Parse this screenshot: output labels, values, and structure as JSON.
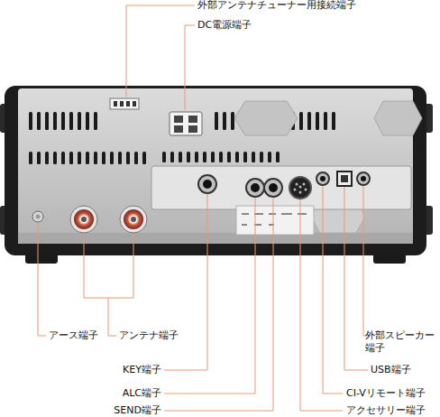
{
  "diagram": {
    "labels": [
      "外部アンテナチューナー用接続端子",
      "DC電源端子",
      "アース端子",
      "アンテナ端子",
      "KEY端子",
      "ALC端子",
      "SEND端子",
      "アクセサリー端子",
      "CI-Vリモート端子",
      "USB端子",
      "外部スピーカー端子"
    ]
  }
}
